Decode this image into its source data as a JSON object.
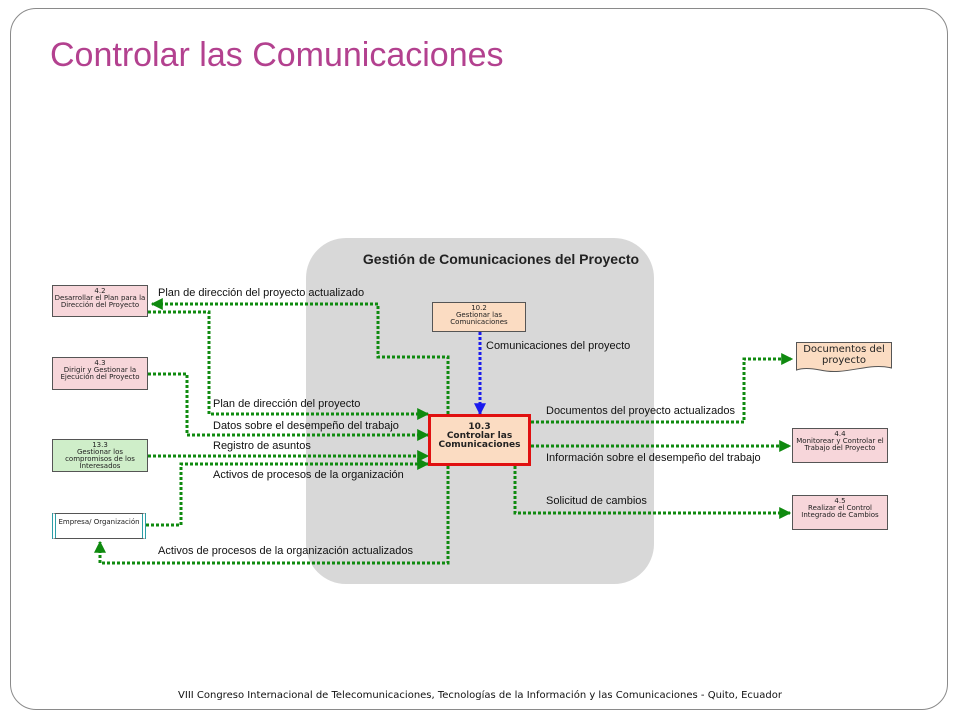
{
  "slide": {
    "title": "Controlar las Comunicaciones",
    "footer": "VIII Congreso Internacional de Telecomunicaciones, Tecnologías de la Información y las Comunicaciones - Quito, Ecuador"
  },
  "panel": {
    "title": "Gestión de Comunicaciones del Proyecto"
  },
  "boxes": {
    "b42": {
      "num": "4.2",
      "text": "Desarrollar el Plan para la Dirección del Proyecto"
    },
    "b43": {
      "num": "4.3",
      "text": "Dirigir y Gestionar la Ejecución del Proyecto"
    },
    "b133": {
      "num": "13.3",
      "text": "Gestionar los compromisos de los Interesados"
    },
    "empresa": {
      "text": "Empresa/ Organización"
    },
    "b102": {
      "num": "10.2",
      "text": "Gestionar las Comunicaciones"
    },
    "b103": {
      "num": "10.3",
      "text": "Controlar las Comunicaciones"
    },
    "b44": {
      "num": "4.4",
      "text": "Monitorear y Controlar el Trabajo del Proyecto"
    },
    "b45": {
      "num": "4.5",
      "text": "Realizar el Control Integrado de Cambios"
    },
    "docs": {
      "text": "Documentos del proyecto"
    }
  },
  "flows": {
    "plan_actualizado": "Plan de dirección del proyecto actualizado",
    "comunicaciones": "Comunicaciones del proyecto",
    "plan": "Plan de dirección del proyecto",
    "datos": "Datos sobre el desempeño del trabajo",
    "registro": "Registro de asuntos",
    "activos": "Activos de procesos de la organización",
    "activos_actualizados": "Activos de procesos de la organización actualizados",
    "docs_actualizados": "Documentos del proyecto actualizados",
    "informacion": "Información  sobre el desempeño del trabajo",
    "solicitud": "Solicitud de cambios"
  },
  "colors": {
    "title": "#b3418f",
    "flow_green": "#0f8a0f",
    "flow_blue": "#1a1aee",
    "center_border": "#e01010"
  }
}
